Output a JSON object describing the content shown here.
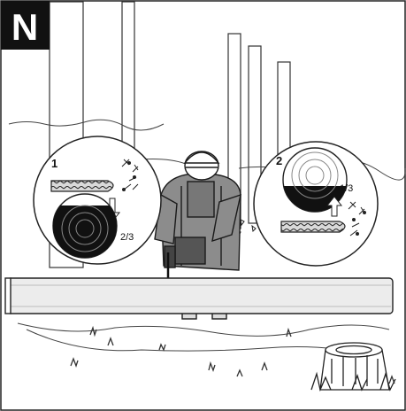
{
  "panel": {
    "letter": "N",
    "background_color": "#ffffff",
    "ink_color": "#1a1a1a",
    "log_color": "#ececec"
  },
  "step_1": {
    "number": "1",
    "fraction": "2/3",
    "arrow_direction": "down"
  },
  "step_2": {
    "number": "2",
    "fraction": "1/3",
    "arrow_direction": "up"
  }
}
